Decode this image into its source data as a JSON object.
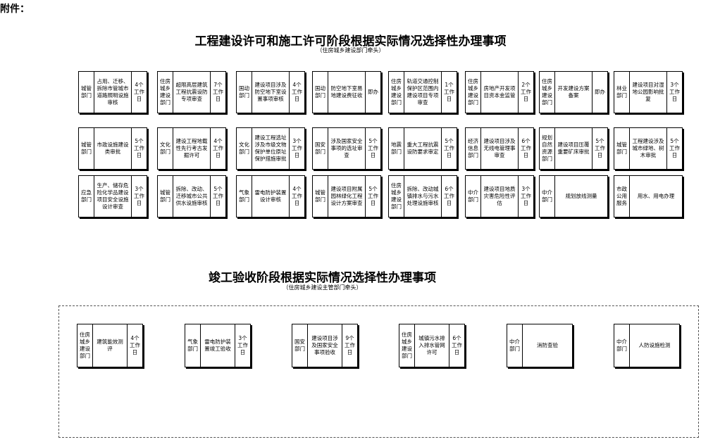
{
  "attachment_label": "附件：",
  "section1": {
    "title": "工程建设许可和施工许可阶段根据实际情况选择性办理事项",
    "subtitle": "（住房城乡建设部门牵头）",
    "items": [
      {
        "dept": "城管部门",
        "item": "占用、迁移、拆除市管城市道路照明设施审核",
        "time": "4个工作日"
      },
      {
        "dept": "住房城乡建设部门",
        "item": "超限高层建筑工程抗震设防专项审查",
        "time": "7个工作日"
      },
      {
        "dept": "国动部门",
        "item": "建设项目涉及防空地下室设置事项审核",
        "time": "4个工作日"
      },
      {
        "dept": "国动部门",
        "item": "防空地下室易地建设费征收",
        "time": "即办"
      },
      {
        "dept": "住房城乡建设部门",
        "item": "轨道交通控制保护区范围内建设项目专项审查",
        "time": "1个工作日"
      },
      {
        "dept": "住房城乡建设部门",
        "item": "房地产开发项目资本金监管",
        "time": "2个工作日"
      },
      {
        "dept": "住房城乡建设部门",
        "item": "开发建设方案备案",
        "time": "即办"
      },
      {
        "dept": "林业部门",
        "item": "建设项目对湿地公园影响批复",
        "time": "3个工作日"
      },
      {
        "dept": "城管部门",
        "item": "市政设施建设类审批",
        "time": "5个工作日"
      },
      {
        "dept": "文化部门",
        "item": "建设工程地载性先行考古发掘许可",
        "time": "4个工作日"
      },
      {
        "dept": "文化部门",
        "item": "建设工程选址涉及市级文物保护单位原址保护措施审批",
        "time": "3个工作日"
      },
      {
        "dept": "国安部门",
        "item": "涉及国家安全事项的选址审查",
        "time": "5个工作日"
      },
      {
        "dept": "地震部门",
        "item": "重大工程抗震设防要求审定",
        "time": "5个工作日"
      },
      {
        "dept": "经济信息部门",
        "item": "建设项目涉及无线电管理事审查",
        "time": "6个工作日"
      },
      {
        "dept": "规划自然资源部门",
        "item": "建设项目压覆重要矿床审批",
        "time": "5个工作日"
      },
      {
        "dept": "城管部门",
        "item": "工程建设涉及城市绿地、树木审批",
        "time": "5个工作日"
      },
      {
        "dept": "应急部门",
        "item": "生产、储存危险化学品建设项目安全设施设计审查",
        "time": "3个工作日"
      },
      {
        "dept": "城管部门",
        "item": "拆除、改动、迁移城市公共供水设施审核",
        "time": "5个工作日"
      },
      {
        "dept": "气象部门",
        "item": "雷电防护装置设计审核",
        "time": "4个工作日"
      },
      {
        "dept": "城管部门",
        "item": "建设项目附属园林绿化工程设计方案审查",
        "time": "5个工作日"
      },
      {
        "dept": "住房城乡建设部门",
        "item": "拆除、改动城镇排水与污水处理设施审核",
        "time": "6个工作日"
      },
      {
        "dept": "中介部门",
        "item": "建设项目地质灾害危险性评估",
        "time": "3个工作日"
      },
      {
        "dept": "中介部门",
        "item": "规划放线测量",
        "time": ""
      },
      {
        "dept": "市政公用服务",
        "item": "用水、用电办理",
        "time": ""
      }
    ]
  },
  "section2": {
    "title": "竣工验收阶段根据实际情况选择性办理事项",
    "subtitle": "（住房城乡建设主管部门牵头）",
    "items": [
      {
        "dept": "住房城乡建设部门",
        "item": "建筑能效测评",
        "time": "4个工作日"
      },
      {
        "dept": "气象部门",
        "item": "雷电防护装置竣工验收",
        "time": "3个工作日"
      },
      {
        "dept": "国安部门",
        "item": "建设项目涉及国家安全事项验收",
        "time": "9个工作日"
      },
      {
        "dept": "住房城乡建设部门",
        "item": "城镇污水排入排水管网许可",
        "time": "6个工作日"
      },
      {
        "dept": "中介部门",
        "item": "消防查验",
        "time": ""
      },
      {
        "dept": "中介部门",
        "item": "人防设施检测",
        "time": ""
      }
    ]
  }
}
